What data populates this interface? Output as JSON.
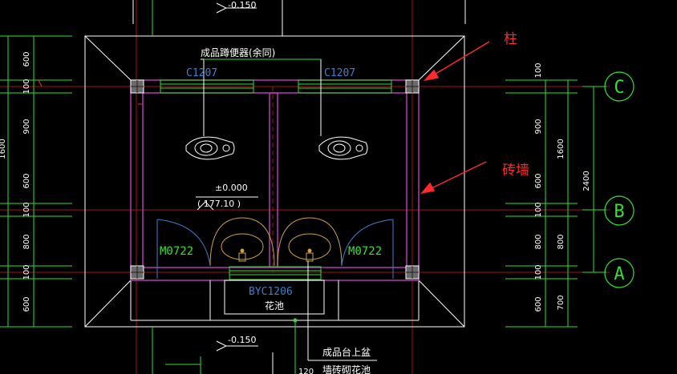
{
  "labels": {
    "fixture_label": "成品蹲便器(余同)",
    "window_left": "C1207",
    "window_right": "C1207",
    "door_left": "M0722",
    "door_right": "M0722",
    "elevation_zero": "±0.000",
    "elevation_value": "( 177.10 )",
    "elevation_top": "-0.150",
    "elevation_bottom": "-0.150",
    "shutter": "BYC1206",
    "flower_bed": "花池",
    "basin_label": "成品台上盆",
    "brick_bed_label": "墙砖砌花池",
    "small_num_bottom": "120"
  },
  "annotations": {
    "column": "柱",
    "brick_wall": "砖墙"
  },
  "grid_axes": [
    "C",
    "B",
    "A"
  ],
  "dims_left": [
    "600",
    "100",
    "900",
    "1600",
    "600",
    "100",
    "800",
    "100",
    "600"
  ],
  "dims_right_inner": [
    "100",
    "900",
    "600",
    "100",
    "800",
    "100",
    "600"
  ],
  "dims_right_mid": [
    "1600",
    "800",
    "700"
  ],
  "dims_right_total": "2400",
  "colors": {
    "background": "#000000",
    "wall": "#c040c0",
    "dimension": "#33e033",
    "axis_line": "#b01818",
    "text_blue": "#3f7fd0",
    "fixture": "#cfa040",
    "annotation": "#ff2a2a"
  }
}
